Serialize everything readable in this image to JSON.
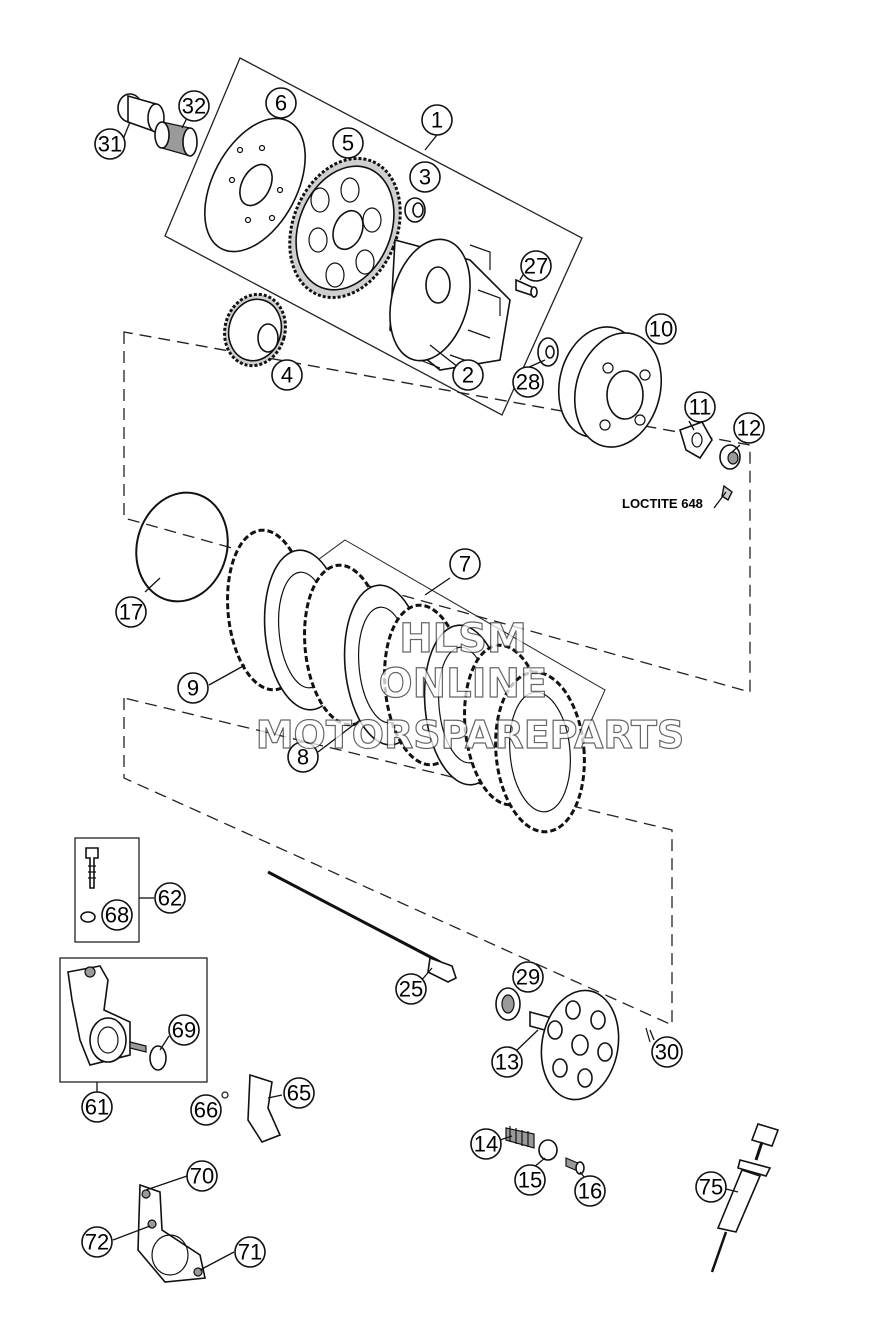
{
  "diagram": {
    "callouts": [
      "1",
      "2",
      "3",
      "4",
      "5",
      "6",
      "7",
      "8",
      "9",
      "10",
      "11",
      "12",
      "13",
      "14",
      "15",
      "16",
      "17",
      "25",
      "27",
      "28",
      "29",
      "30",
      "31",
      "32",
      "61",
      "62",
      "65",
      "66",
      "68",
      "69",
      "70",
      "71",
      "72",
      "75"
    ],
    "note": "LOCTITE 648",
    "watermark": {
      "line1": "HLSM",
      "line2": "ONLINE",
      "line3": "MOTORSPAREPARTS"
    }
  }
}
